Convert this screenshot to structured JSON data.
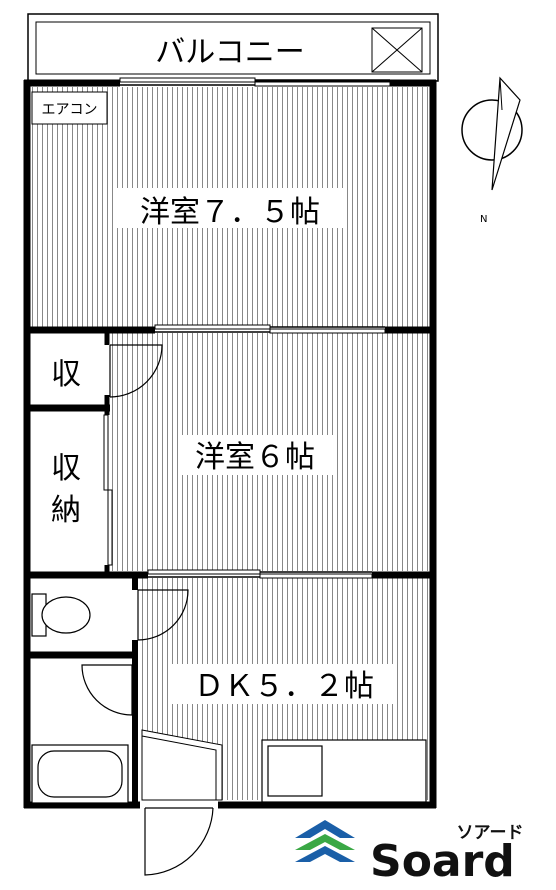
{
  "floorplan": {
    "balcony_label": "バルコニー",
    "aircon_label": "エアコン",
    "rooms": {
      "western1": "洋室７．５帖",
      "western2": "洋室６帖",
      "storage_small": "収",
      "storage_large_top": "収",
      "storage_large_bottom": "納",
      "dk": "ＤＫ５．２帖"
    },
    "compass_label": "N"
  },
  "brand": {
    "name": "Soard",
    "katakana": "ソアード",
    "colors": {
      "primary": "#1a5fa8",
      "secondary": "#3aa845"
    }
  },
  "colors": {
    "wall": "#000000",
    "floor_line": "#555555",
    "background": "#ffffff"
  }
}
